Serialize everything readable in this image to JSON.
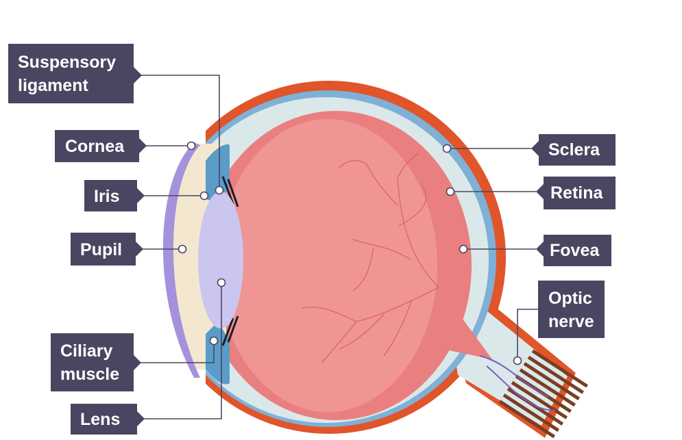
{
  "diagram": {
    "labels": {
      "suspensory_ligament": [
        "Suspensory",
        "ligament"
      ],
      "cornea": "Cornea",
      "iris": "Iris",
      "pupil": "Pupil",
      "ciliary_muscle": [
        "Ciliary",
        "muscle"
      ],
      "lens": "Lens",
      "sclera": "Sclera",
      "retina": "Retina",
      "fovea": "Fovea",
      "optic_nerve": [
        "Optic",
        "nerve"
      ]
    },
    "colors": {
      "label_bg": "#4a4560",
      "label_text": "#ffffff",
      "sclera": "#e0552a",
      "choroid": "#7fb0d6",
      "retina_layer": "#dbe8ea",
      "vitreous": "#ef9694",
      "vitreous_edge": "#e9807f",
      "lens": "#cbc6ef",
      "cornea": "#a592dc",
      "aqueous": "#f3e8cf",
      "iris": "#5a9cc8",
      "vein": "#d9636a",
      "nerve_stripes": "#7a3e22"
    }
  }
}
